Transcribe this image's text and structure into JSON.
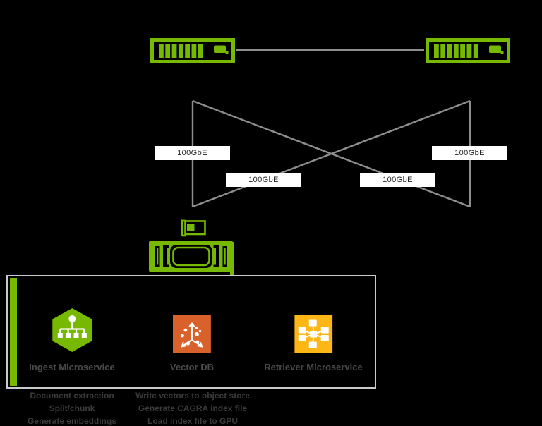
{
  "colors": {
    "nvidia_green": "#76b900",
    "connection_line_gray": "#8e8e8e",
    "box_border_gray": "#c9cacb",
    "vector_db_orange": "#d9612c",
    "retriever_yellow": "#fcb616",
    "service_label_gray": "#4a4a4a",
    "caption_gray": "#3a3a3a",
    "link_label_bg": "#ffffff",
    "background": "#000000"
  },
  "switches": {
    "left_icon": "network-switch",
    "right_icon": "network-switch"
  },
  "links": [
    {
      "label": "100GbE"
    },
    {
      "label": "100GbE"
    },
    {
      "label": "100GbE"
    },
    {
      "label": "100GbE"
    }
  ],
  "host": {
    "nic_icon": "network-interface-card",
    "server_icon": "gpu-server-chassis"
  },
  "services": [
    {
      "label": "Ingest Microservice",
      "icon": "hexagon-org-chart",
      "caption_lines": [
        "Document extraction",
        "Split/chunk",
        "Generate embeddings"
      ]
    },
    {
      "label": "Vector DB",
      "icon": "vector-axes-scatter",
      "caption_lines": [
        "Write vectors to object store",
        "Generate CAGRA index file",
        "Load index file to GPU"
      ]
    },
    {
      "label": "Retriever Microservice",
      "icon": "network-hub-flowchart",
      "caption_lines": []
    }
  ]
}
